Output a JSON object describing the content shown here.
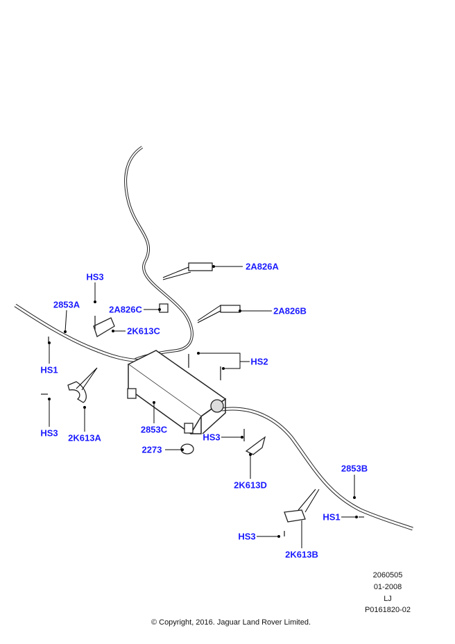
{
  "callouts": {
    "hs3_top": "HS3",
    "c2853a": "2853A",
    "c2a826c": "2A826C",
    "c2k613c": "2K613C",
    "c2a826a": "2A826A",
    "c2a826b": "2A826B",
    "hs1_left": "HS1",
    "hs2": "HS2",
    "hs3_left": "HS3",
    "c2k613a": "2K613A",
    "c2853c": "2853C",
    "hs3_mid": "HS3",
    "c2273": "2273",
    "c2k613d": "2K613D",
    "c2853b": "2853B",
    "hs1_right": "HS1",
    "hs3_bottom": "HS3",
    "c2k613b": "2K613B"
  },
  "meta": {
    "code": "2060505",
    "date": "01-2008",
    "initials": "LJ",
    "ref": "P0161820-02"
  },
  "copyright": "© Copyright, 2016. Jaguar Land Rover Limited.",
  "colors": {
    "callout": "#1a1aff",
    "line": "#000000"
  }
}
